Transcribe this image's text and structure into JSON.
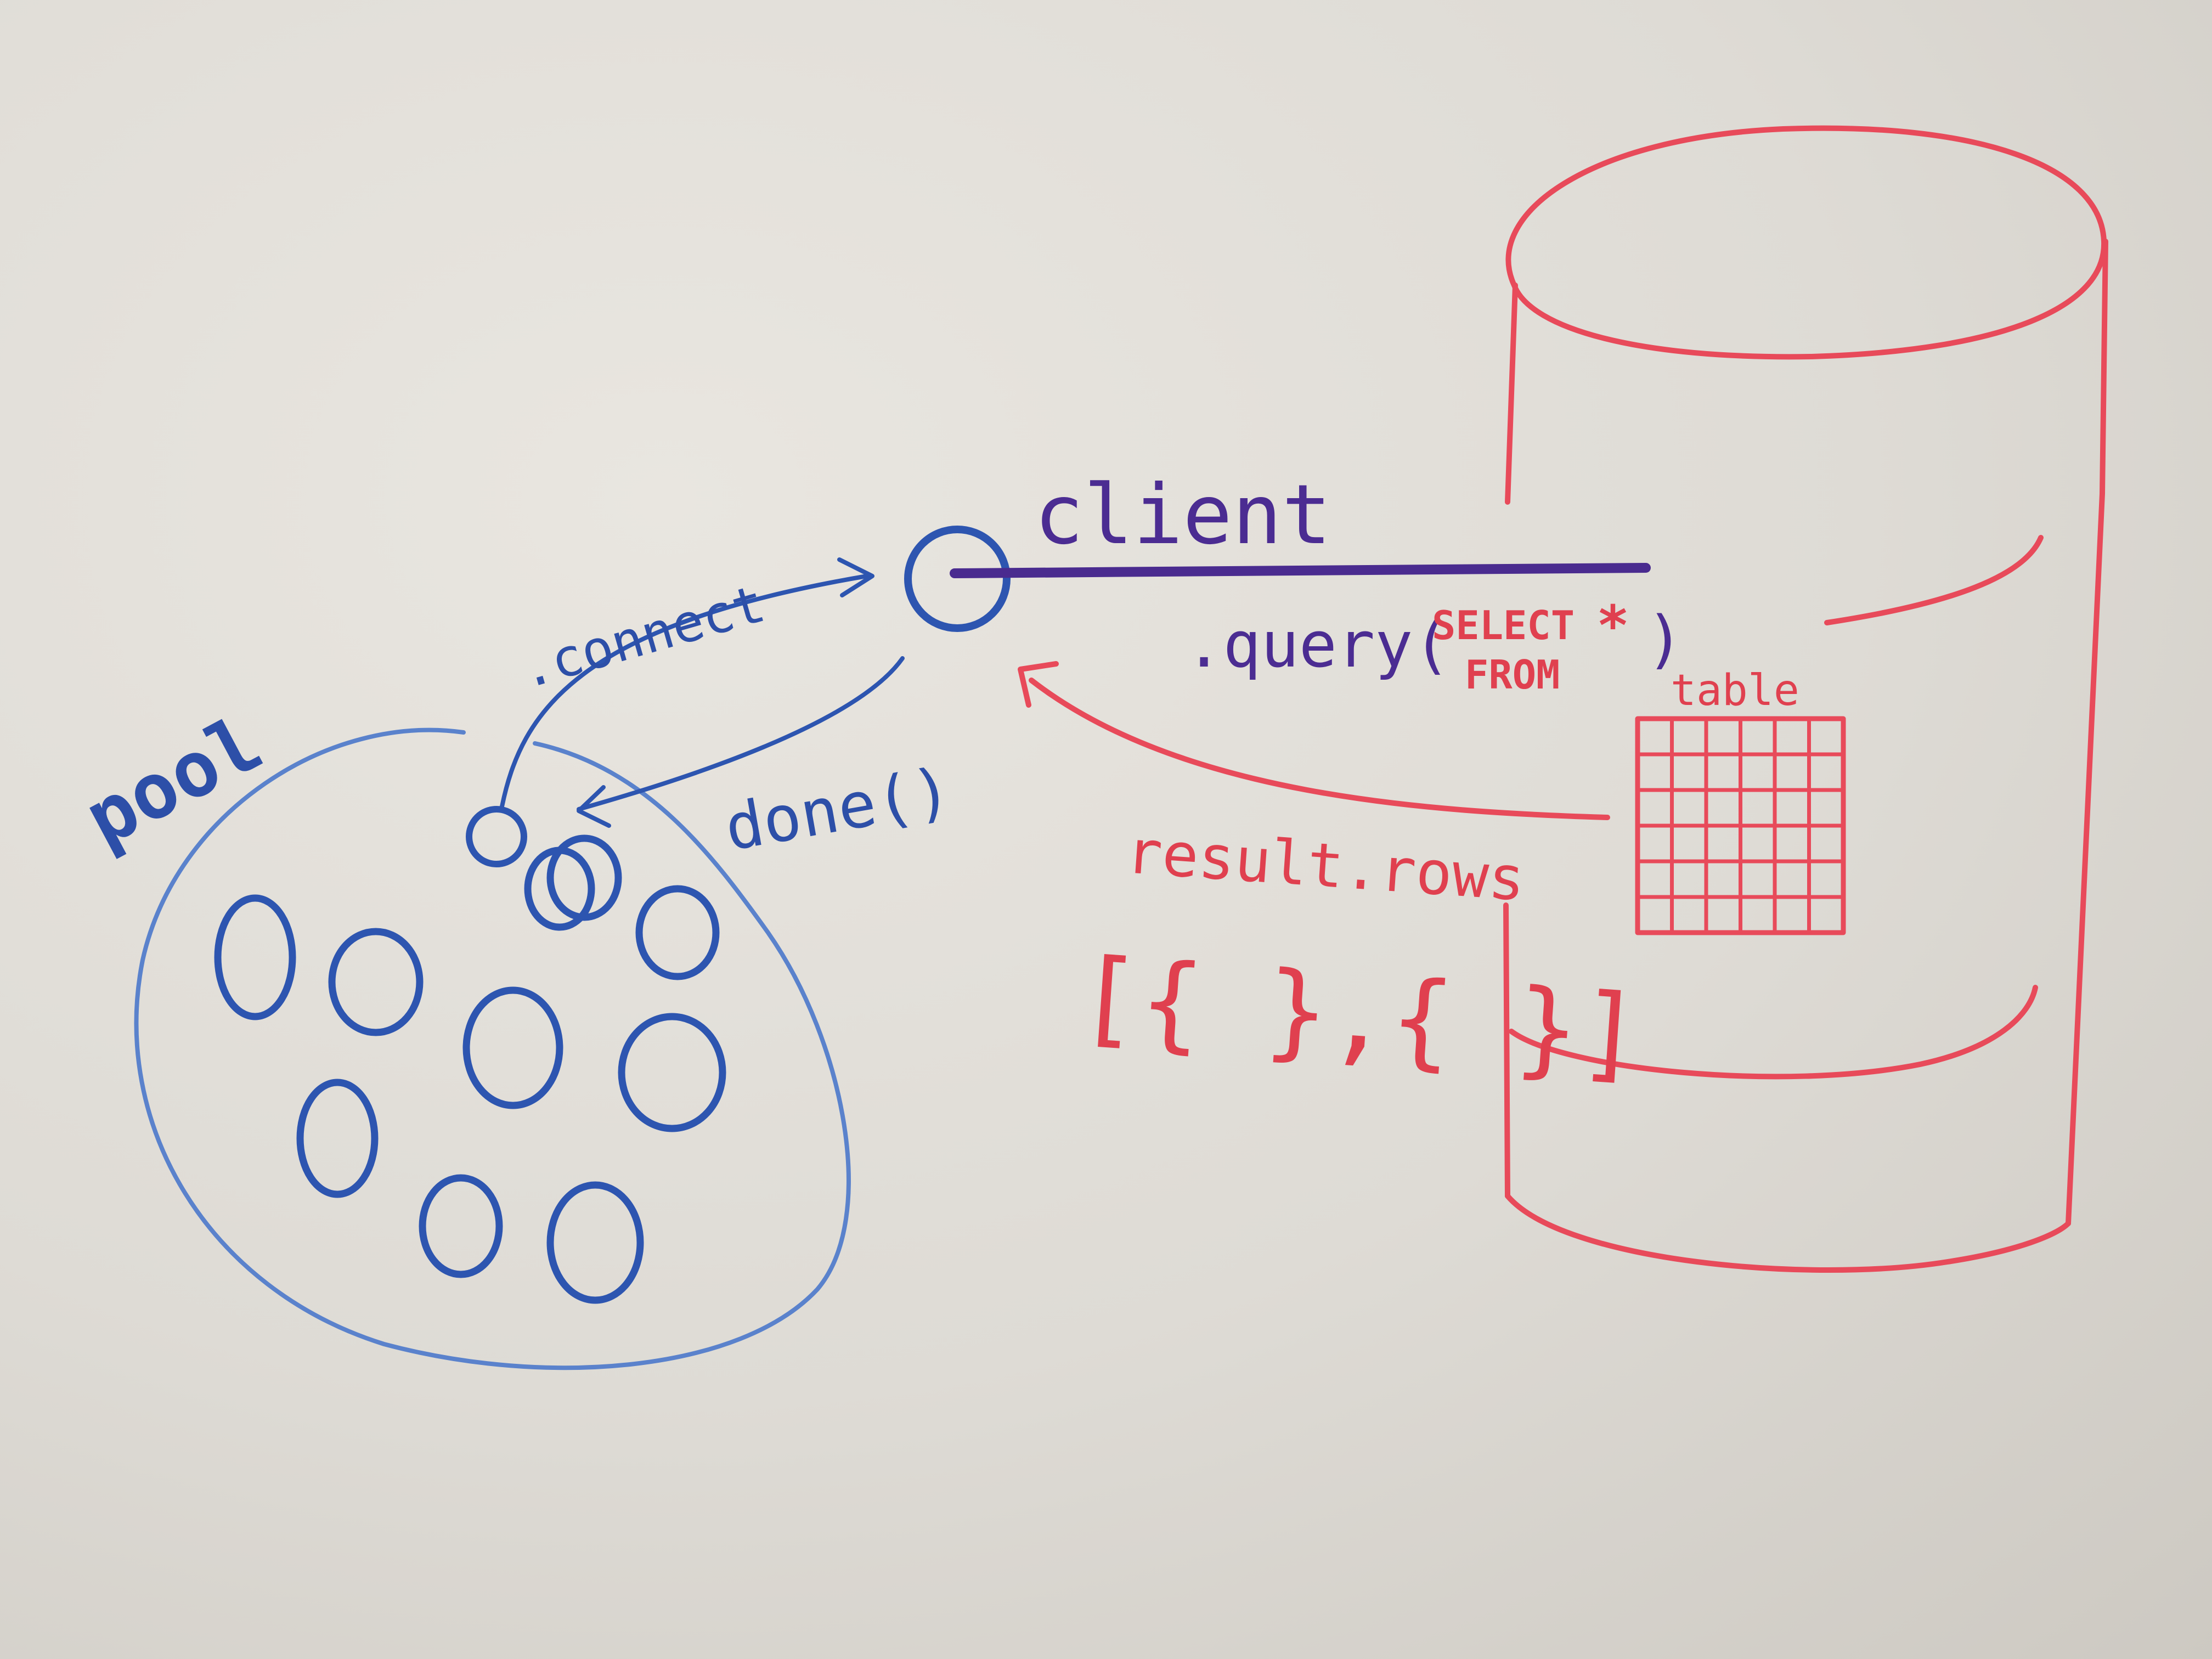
{
  "labels": {
    "pool": "pool",
    "connect": ".connect",
    "done": "done()",
    "client": "client",
    "query": ".query(",
    "select": "SELECT",
    "star": "*",
    "from": "FROM",
    "close_paren": ")",
    "table": "table",
    "result_rows": "result.rows",
    "rows_array": "[{ },{ }]"
  },
  "colors": {
    "pool_blue": "#2d55b0",
    "client_purple": "#4a2b8f",
    "database_red": "#e84a5a",
    "board": "#e3e0da"
  },
  "pool": {
    "idle_connections": 10
  },
  "table_grid": {
    "rows": 6,
    "columns": 6
  }
}
